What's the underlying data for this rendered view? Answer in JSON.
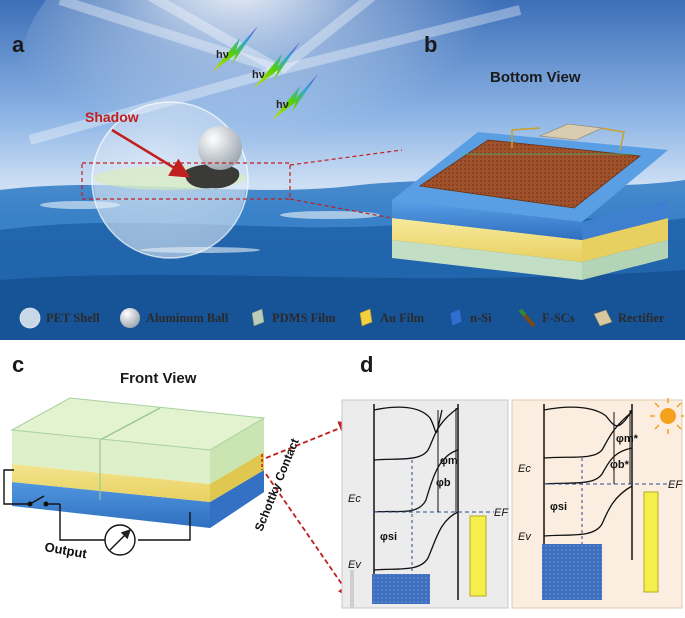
{
  "panels": {
    "a": {
      "letter": "a",
      "shadow_label": "Shadow",
      "photon": "hν"
    },
    "b": {
      "letter": "b",
      "title": "Bottom View"
    },
    "c": {
      "letter": "c",
      "title": "Front View",
      "output_label": "Output",
      "contact_label": "Schottky Contact"
    },
    "d": {
      "letter": "d",
      "dark": {
        "phi_m": "φm",
        "phi_b": "φb",
        "phi_si": "φsi",
        "ec": "Ec",
        "ev": "Ev",
        "ef": "EF"
      },
      "light": {
        "phi_m": "φm*",
        "phi_b": "φb*",
        "phi_si": "φsi",
        "ec": "Ec",
        "ev": "Ev",
        "ef": "EF"
      }
    }
  },
  "legend": [
    {
      "label": "PET Shell",
      "icon": "pet-shell-icon"
    },
    {
      "label": "Aluminum Ball",
      "icon": "aluminum-ball-icon"
    },
    {
      "label": "PDMS Film",
      "icon": "pdms-film-icon"
    },
    {
      "label": "Au Film",
      "icon": "au-film-icon"
    },
    {
      "label": "n-Si",
      "icon": "n-si-icon"
    },
    {
      "label": "F-SCs",
      "icon": "f-scs-icon"
    },
    {
      "label": "Rectifier",
      "icon": "rectifier-icon"
    }
  ],
  "colors": {
    "sky": "#4a86c8",
    "sea": "#1f6fb5",
    "au": "#f2e08a",
    "pdms": "#cfe8c8",
    "nsi": "#3a7fd0",
    "fscs": "#8a4a20",
    "arrow": "#c0201e",
    "light_panel_bg": "#fbeee0"
  }
}
